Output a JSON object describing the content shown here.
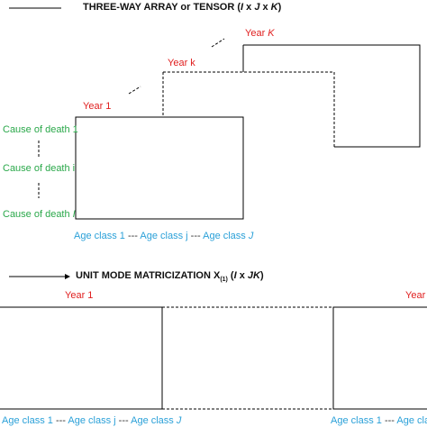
{
  "section1": {
    "title_prefix": "THREE-WAY ARRAY or TENSOR (",
    "title_i": "I",
    "title_x1": " x ",
    "title_j": "J",
    "title_x2": " x ",
    "title_k": "K",
    "title_suffix": ")",
    "year_1": "Year 1",
    "year_k": "Year k",
    "year_K_prefix": "Year ",
    "year_K_letter": "K",
    "causes": {
      "first": "Cause of death 1",
      "middle": "Cause of death i",
      "last_prefix": "Cause of death ",
      "last_letter": "I"
    },
    "ages": {
      "first": "Age class 1",
      "sep1": "---",
      "middle": "Age class j",
      "sep2": "---",
      "last_prefix": "Age class ",
      "last_letter": "J"
    }
  },
  "section2": {
    "title_prefix": "UNIT MODE MATRICIZATION X",
    "title_sub": "(1)",
    "title_mid": " (",
    "title_i": "I",
    "title_x": " x ",
    "title_jk": "JK",
    "title_suffix": ")",
    "year_1": "Year 1",
    "year_K_prefix": "Year",
    "ages_left": {
      "first": "Age class 1",
      "sep1": "---",
      "middle": "Age class j",
      "sep2": "---",
      "last_prefix": "Age class ",
      "last_letter": "J"
    },
    "ages_right": {
      "first": "Age class 1",
      "sep1": "---",
      "middle": "Age class j"
    }
  }
}
